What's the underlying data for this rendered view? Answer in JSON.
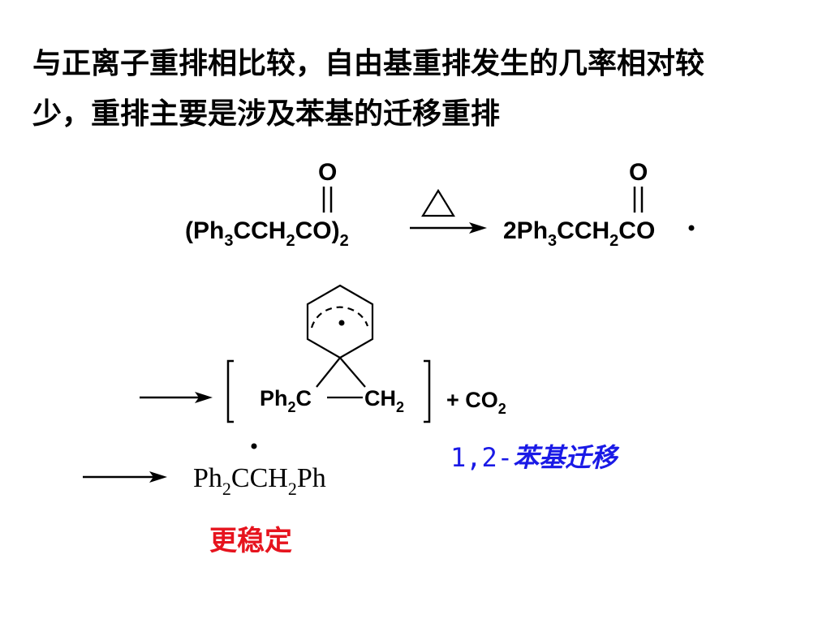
{
  "intro": {
    "line1": "与正离子重排相比较，自由基重排发生的几率相对较",
    "line2": "少，重排主要是涉及苯基的迁移重排"
  },
  "reaction1": {
    "carbonyl_o": "O",
    "reactant": {
      "a": "(Ph",
      "b": "3",
      "c": "CCH",
      "d": "2",
      "e": "CO)",
      "f": "2"
    },
    "product": {
      "a": "2Ph",
      "b": "3",
      "c": "CCH",
      "d": "2",
      "e": "CO"
    }
  },
  "reaction2": {
    "left": {
      "a": "Ph",
      "b": "2",
      "c": "C"
    },
    "right": {
      "a": "CH",
      "b": "2"
    },
    "byproduct": {
      "a": "+ CO",
      "b": "2"
    },
    "label": {
      "prefix": "1,2-",
      "name": "苯基迁移"
    }
  },
  "reaction3": {
    "product": {
      "a": "Ph",
      "b": "2",
      "c": "CCH",
      "d": "2",
      "e": "Ph"
    },
    "label": "更稳定"
  },
  "colors": {
    "text": "#000000",
    "blue": "#1a1ae6",
    "red": "#e6141e"
  },
  "icons": [
    "heat-triangle-icon",
    "reaction-arrow-icon",
    "radical-dot-icon",
    "cyclohexadienyl-ring-icon"
  ]
}
